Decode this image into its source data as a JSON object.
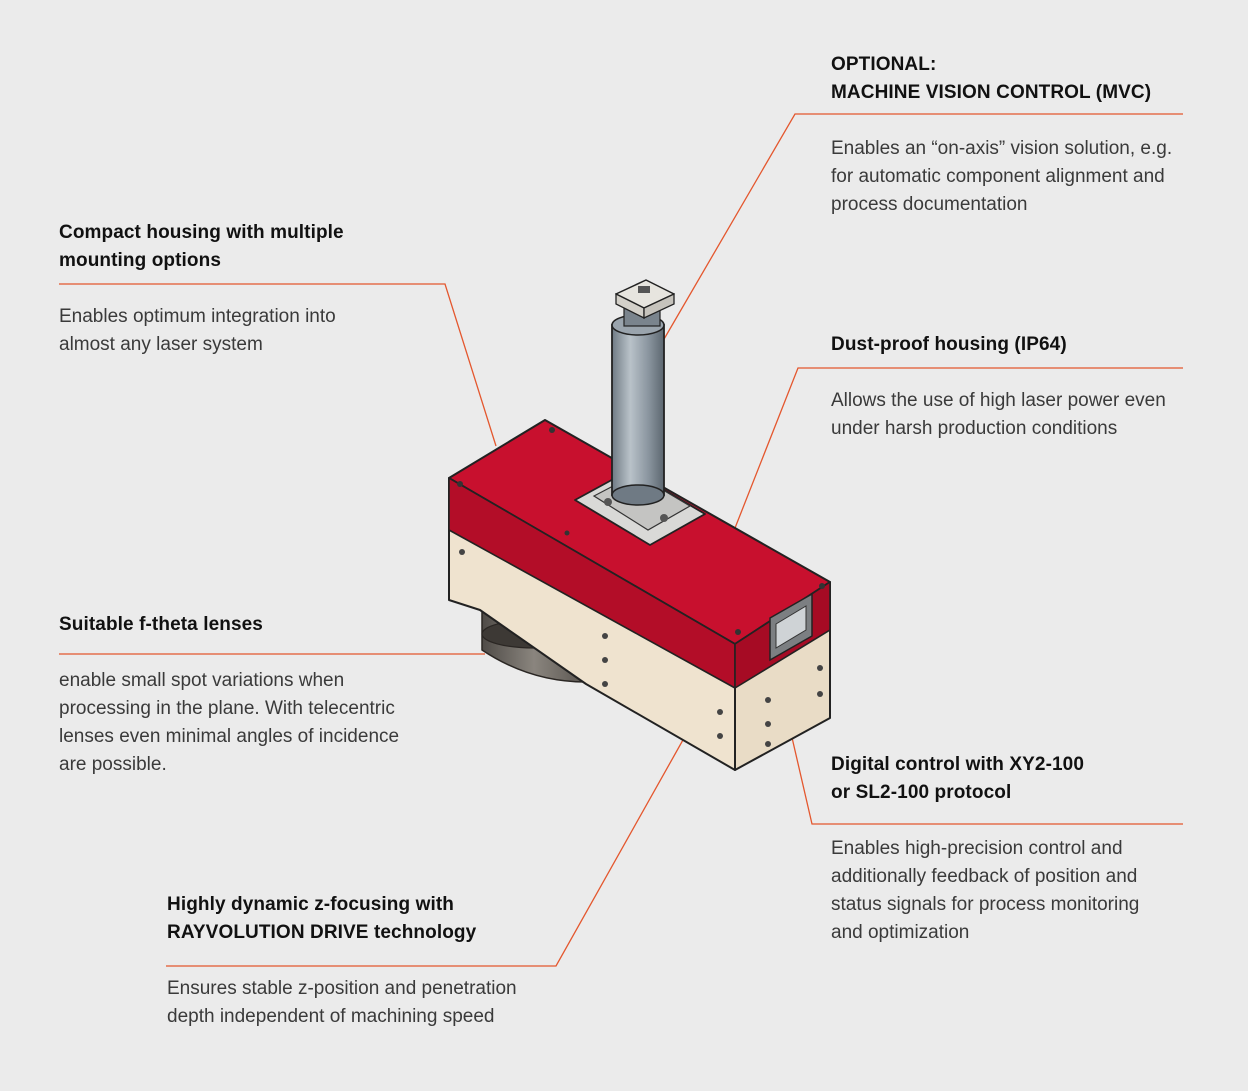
{
  "colors": {
    "background": "#ebebeb",
    "leader_line": "#e4572e",
    "housing_red": "#c8102e",
    "body_cream": "#efe3cf",
    "tube_grey": "#8e99a3"
  },
  "device": {
    "icons": [
      "scan-head-illustration",
      "vision-camera-tube",
      "f-theta-lens",
      "connector-port"
    ]
  },
  "callouts": {
    "mvc": {
      "heading": [
        "OPTIONAL:",
        "MACHINE VISION CONTROL (MVC)"
      ],
      "text": [
        "Enables an “on-axis” vision solution, e.g.",
        "for automatic component alignment and",
        "process documentation"
      ]
    },
    "housing": {
      "heading": [
        "Compact housing with multiple",
        "mounting options"
      ],
      "text": [
        "Enables optimum integration into",
        "almost any laser system"
      ]
    },
    "dust": {
      "heading": [
        "Dust-proof housing (IP64)"
      ],
      "text": [
        "Allows the use of high laser power even",
        "under harsh production conditions"
      ]
    },
    "ftheta": {
      "heading": [
        "Suitable f-theta lenses"
      ],
      "text": [
        "enable small spot variations when",
        "processing in the plane. With telecentric",
        "lenses even minimal angles of incidence",
        "are possible."
      ]
    },
    "digital": {
      "heading": [
        "Digital control with XY2-100",
        "or SL2-100 protocol"
      ],
      "text": [
        "Enables high-precision control and",
        "additionally feedback of position and",
        "status signals for process monitoring",
        "and optimization"
      ]
    },
    "zfocus": {
      "heading": [
        "Highly dynamic z-focusing with",
        "RAYVOLUTION DRIVE technology"
      ],
      "text": [
        "Ensures stable z-position and penetration",
        "depth independent of machining speed"
      ]
    }
  }
}
